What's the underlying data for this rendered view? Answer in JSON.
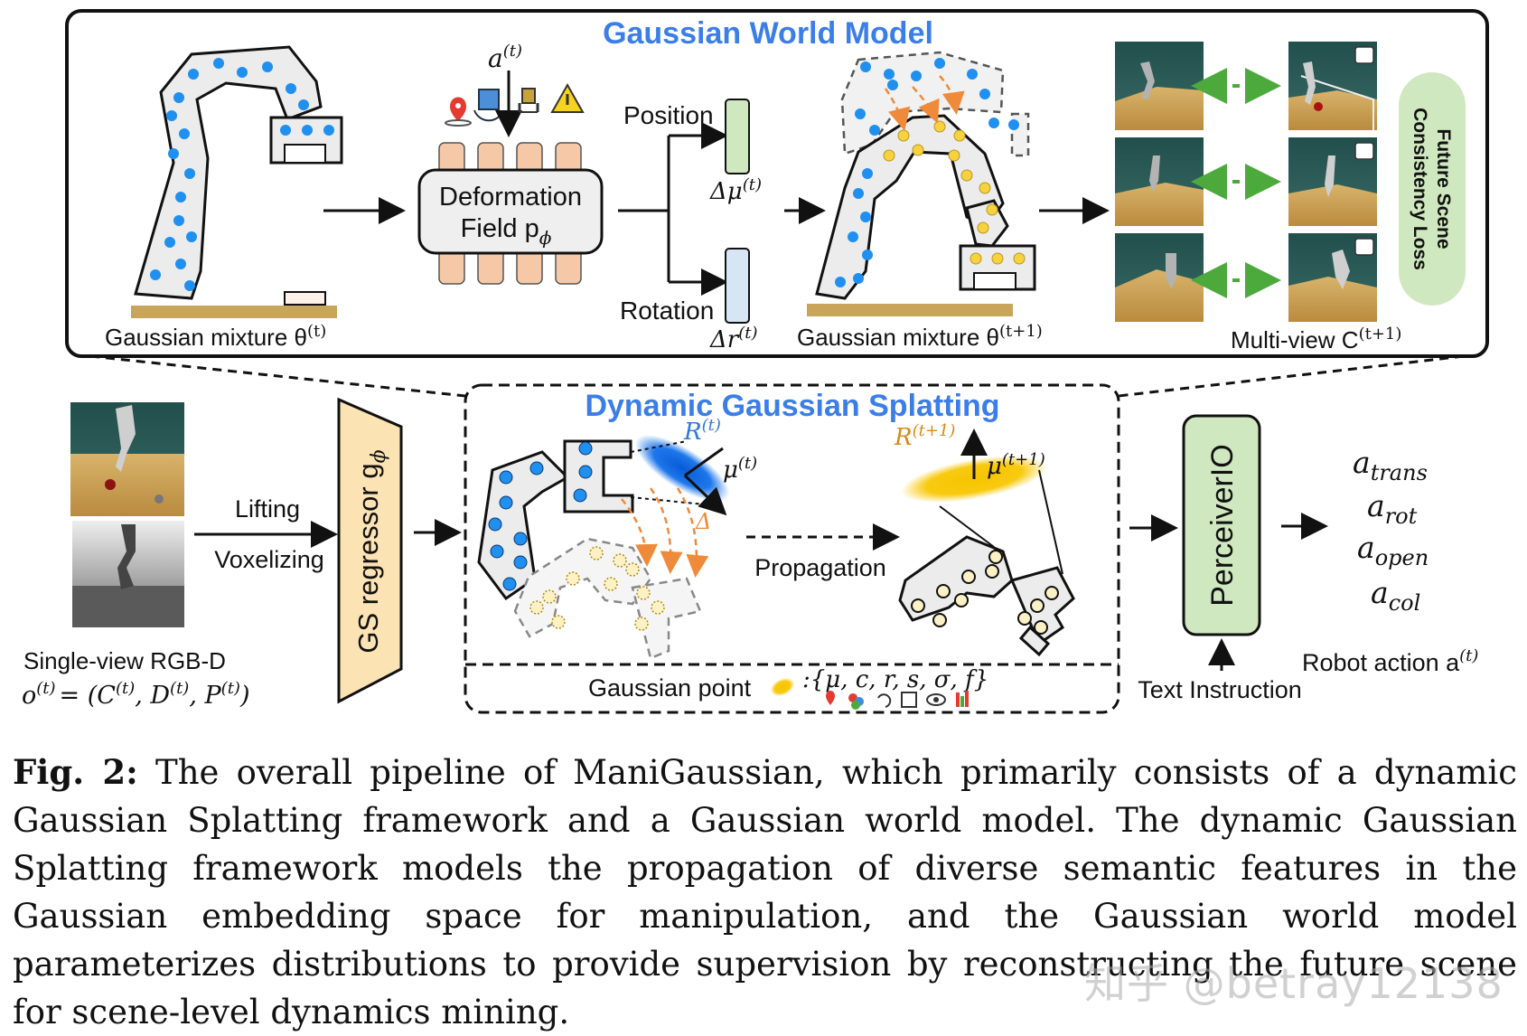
{
  "figure": {
    "world_model": {
      "title": "Gaussian World Model",
      "action_label": "a",
      "action_sup": "(t)",
      "deformation_line1": "Deformation",
      "deformation_line2": "Field p",
      "deformation_sub": "ϕ",
      "position_label": "Position",
      "rotation_label": "Rotation",
      "delta_mu": "Δμ",
      "delta_mu_sup": "(t)",
      "delta_r": "Δr",
      "delta_r_sup": "(t)",
      "mixture_t": "Gaussian mixture θ",
      "mixture_t_sup": "(t)",
      "mixture_t1": "Gaussian mixture θ",
      "mixture_t1_sup": "(t+1)",
      "multiview": "Multi-view C",
      "multiview_sup": "(t+1)",
      "loss_line1": "Future Scene",
      "loss_line2": "Consistency Loss"
    },
    "input": {
      "single_view": "Single-view RGB-D",
      "obs_formula": "o",
      "obs_sup": "(t)",
      "obs_rhs": "= (C",
      "obs_rhs2": ", D",
      "obs_rhs3": ", P",
      "lifting": "Lifting",
      "voxelizing": "Voxelizing",
      "gs_regressor": "GS regressor g",
      "gs_sub": "ϕ"
    },
    "dynamic_gs": {
      "title": "Dynamic Gaussian Splatting",
      "r_t": "R",
      "r_t_sup": "(t)",
      "mu_t": "μ",
      "mu_t_sup": "(t)",
      "r_t1": "R",
      "r_t1_sup": "(t+1)",
      "mu_t1": "μ",
      "mu_t1_sup": "(t+1)",
      "delta": "Δ",
      "propagation": "Propagation",
      "gaussian_point": "Gaussian point",
      "params": "{μ, c, r, s, σ, f}"
    },
    "policy": {
      "perceiver": "PerceiverIO",
      "text_instruction": "Text Instruction",
      "actions": [
        "a",
        "a",
        "a",
        "a"
      ],
      "action_subs": [
        "trans",
        "rot",
        "open",
        "col"
      ],
      "robot_action": "Robot action a",
      "robot_action_sup": "(t)"
    }
  },
  "caption": {
    "label": "Fig. 2:",
    "text": "The overall pipeline of ManiGaussian, which primarily consists of a dynamic Gaussian Splatting framework and a Gaussian world model. The dynamic Gaussian Splatting framework models the propagation of diverse semantic features in the Gaussian embedding space for manipulation, and the Gaussian world model parameterizes distributions to provide supervision by reconstructing the future scene for scene-level dynamics mining."
  },
  "watermark": "知乎 @betray12138",
  "colors": {
    "title_blue": "#3b7ee8",
    "blue_dot": "#1f8ff0",
    "yellow_dot": "#f7d23c",
    "peach": "#f5c9a8",
    "green_box": "#cfe8bf",
    "light_blue_box": "#d6e6f5",
    "gs_fill": "#fbe3b3",
    "orange_arrow": "#ef8a3a",
    "green_arrow": "#4caa3c"
  }
}
